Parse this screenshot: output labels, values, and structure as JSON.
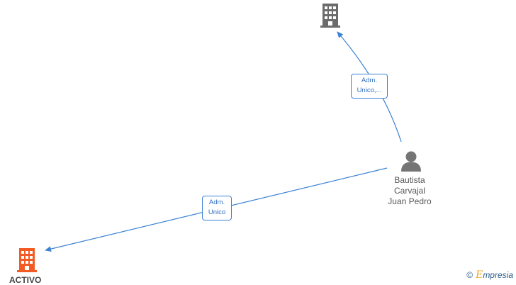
{
  "nodes": {
    "company_top": {
      "icon": "building-icon",
      "color": "#6b6b6b"
    },
    "person": {
      "icon": "person-icon",
      "color": "#757575",
      "name_lines": [
        "Bautista",
        "Carvajal",
        "Juan Pedro"
      ]
    },
    "company_active": {
      "icon": "building-icon",
      "color": "#f25c24",
      "label": "ACTIVO"
    }
  },
  "edges": [
    {
      "from": "person",
      "to": "company_top",
      "label_lines": [
        "Adm.",
        "Unico,..."
      ]
    },
    {
      "from": "person",
      "to": "company_active",
      "label_lines": [
        "Adm.",
        "Unico"
      ]
    }
  ],
  "edge_color": "#3b82d4",
  "watermark": {
    "symbol": "©",
    "brand_initial": "E",
    "brand_rest": "mpresia",
    "accent": "#f5a623"
  }
}
